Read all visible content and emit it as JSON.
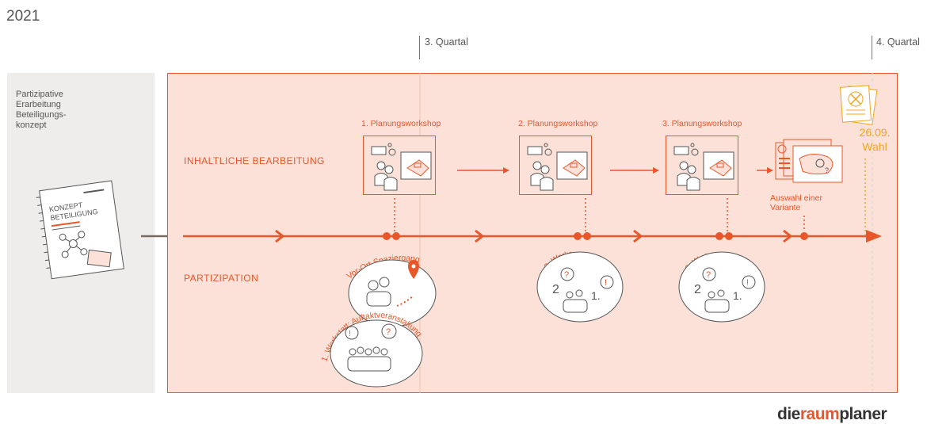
{
  "year": "2021",
  "quarters": {
    "q3": "3. Quartal",
    "q4": "4. Quartal"
  },
  "left_panel": {
    "lines": [
      "Partizipative",
      "Erarbeitung",
      "Beteiligungs-",
      "konzept"
    ],
    "book_title_1": "KONZEPT",
    "book_title_2": "BETEILIGUNG"
  },
  "sections": {
    "content": "INHALTLICHE BEARBEITUNG",
    "participation": "PARTIZIPATION"
  },
  "workshops": [
    {
      "title": "1. Planungsworkshop"
    },
    {
      "title": "2. Planungsworkshop"
    },
    {
      "title": "3. Planungsworkshop"
    }
  ],
  "variant": {
    "line1": "Auswahl einer",
    "line2": "Variante"
  },
  "election": {
    "date": "26.09.",
    "label": "Wahl"
  },
  "participation_items": {
    "walk": "Vor-Ort-Spaziergang",
    "kickoff": "1. Werkstatt: Auftaktveranstaltung",
    "werkstatt2": "2. Werkstatt",
    "werkstatt3": "3. Werkstatt"
  },
  "logo": {
    "part1": "die",
    "part2": "raum",
    "part3": "planer"
  },
  "colors": {
    "accent": "#e8572a",
    "box_fill": "#fbe1d8",
    "panel": "#eeedec",
    "election": "#f0a51e"
  }
}
